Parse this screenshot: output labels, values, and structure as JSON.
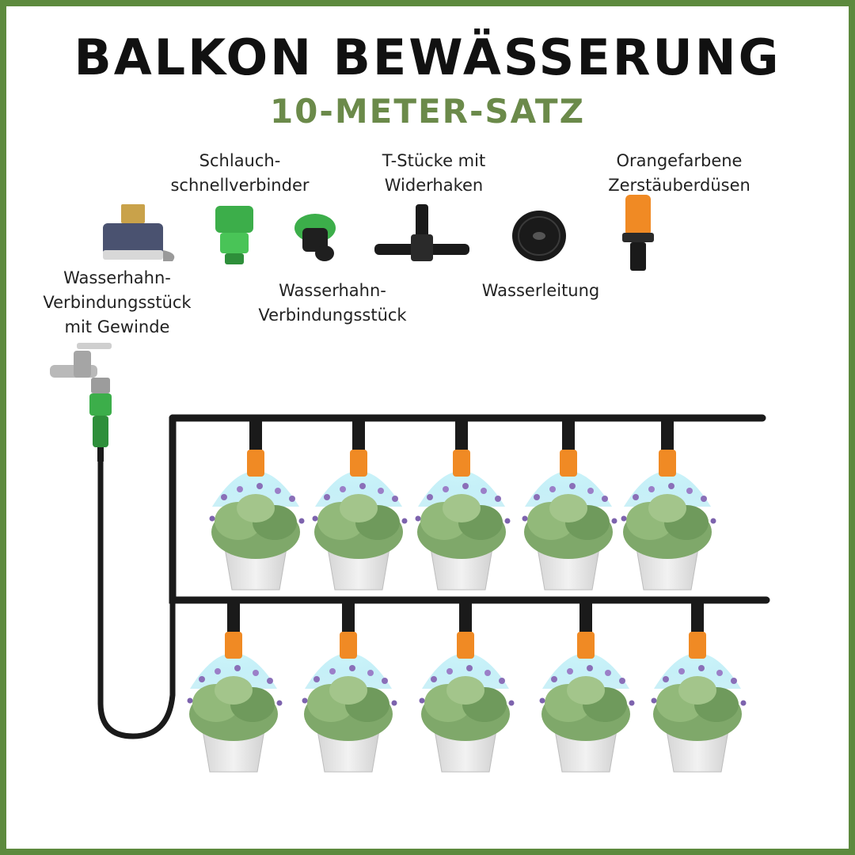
{
  "header": {
    "title": "BALKON BEWÄSSERUNG",
    "subtitle": "10-METER-SATZ"
  },
  "labels": {
    "quick_connector": [
      "Schlauch-",
      "schnellverbinder"
    ],
    "tee": [
      "T-Stücke mit",
      "Widerhaken"
    ],
    "nozzles": [
      "Orangefarbene",
      "Zerstäuberdüsen"
    ],
    "threaded_adapter": [
      "Wasserhahn-",
      "Verbindungsstück",
      "mit Gewinde"
    ],
    "faucet_adapter": [
      "Wasserhahn-",
      "Verbindungsstück"
    ],
    "water_line": [
      "Wasserleitung"
    ]
  },
  "colors": {
    "border": "#5d8a3e",
    "subtitle": "#6b8a4a",
    "connector_green": "#3cae4a",
    "nozzle_orange": "#f08a24",
    "pipe": "#1a1a1a",
    "mist": "#9fe3f0",
    "pot": "#e6e6e6",
    "foliage": "#7fa86a",
    "flower": "#8a6fb8"
  },
  "diagram": {
    "rows": 2,
    "nozzles_per_row": 5
  }
}
